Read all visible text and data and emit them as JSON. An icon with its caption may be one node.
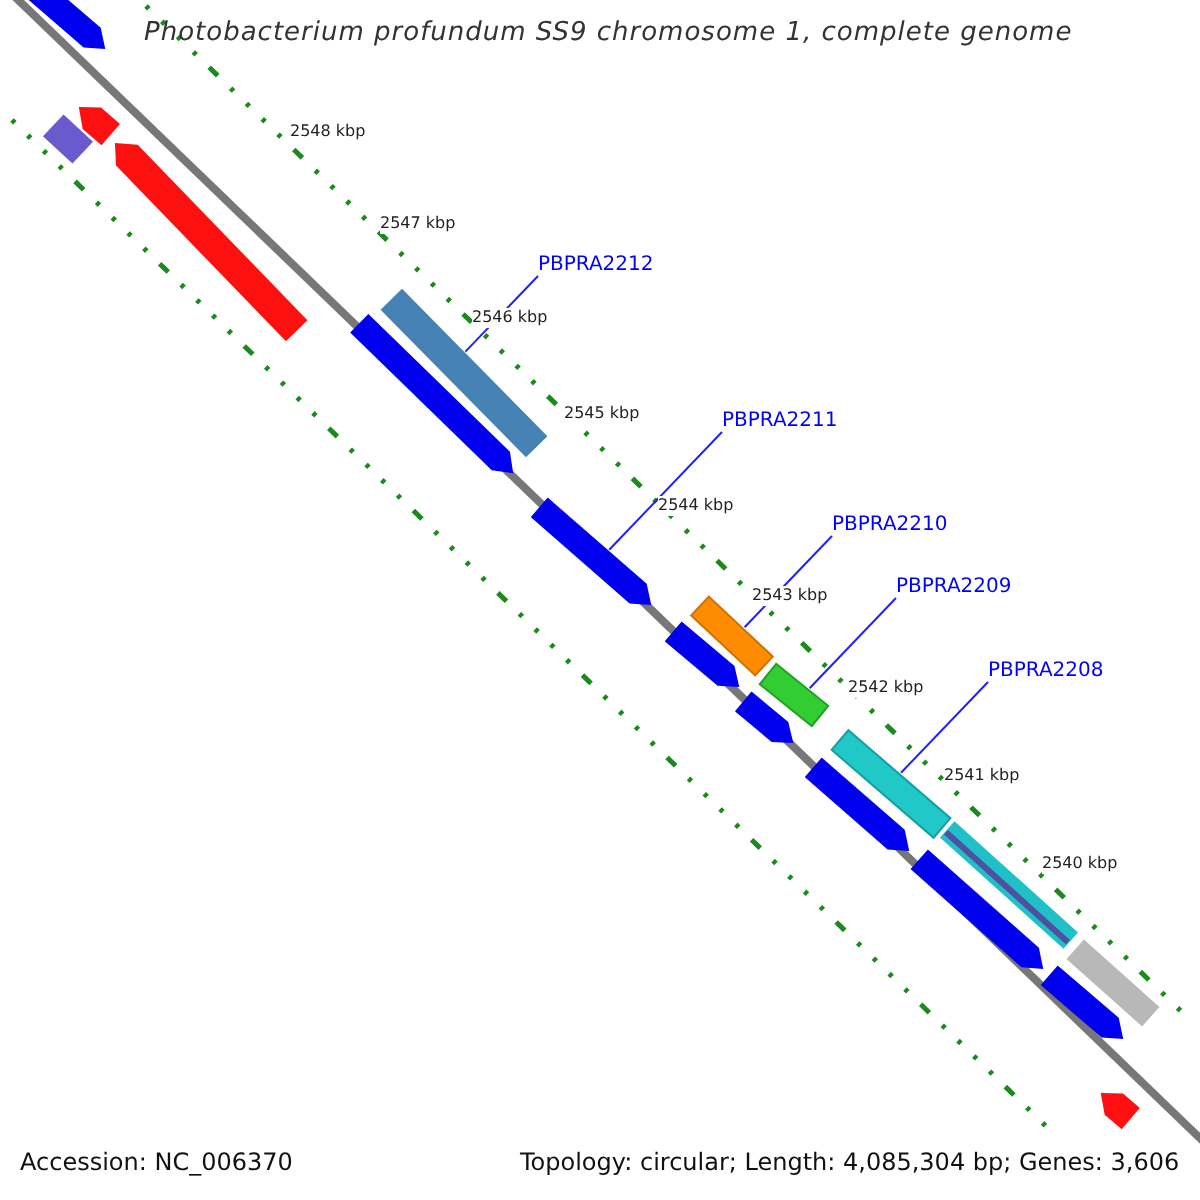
{
  "diagram": {
    "title": "Photobacterium profundum SS9 chromosome 1, complete genome",
    "nodes": [
      {
        "text": [
          "PBPRA2212"
        ]
      },
      {
        "text": [
          "PBPRA2211"
        ]
      },
      {
        "text": [
          "PBPRA2210"
        ]
      },
      {
        "text": [
          "PBPRA2209"
        ]
      },
      {
        "text": [
          "PBPRA2208"
        ]
      },
      {
        "text": [],
        "shape": "bar"
      },
      {
        "text": [],
        "shape": "bar"
      },
      {
        "text": [],
        "shape": "bar"
      },
      {
        "text": [],
        "shape": "bar"
      },
      {
        "text": [],
        "shape": "bar"
      },
      {
        "text": [],
        "shape": "bar"
      },
      {
        "text": [],
        "shape": "bar"
      },
      {
        "text": [],
        "shape": "bar"
      },
      {
        "text": [],
        "shape": "bar"
      },
      {
        "text": [],
        "shape": "bar"
      },
      {
        "text": [],
        "shape": "bar"
      },
      {
        "text": [],
        "shape": "bar"
      },
      {
        "text": [],
        "shape": "bar"
      },
      {
        "text": [],
        "shape": "bar"
      },
      {
        "text": [],
        "shape": "bar"
      },
      {
        "text": [],
        "shape": "bar"
      },
      {
        "text": [],
        "shape": "bar"
      },
      {
        "text": [],
        "shape": "bar"
      }
    ],
    "edges": [
      {
        "from": 0,
        "to": 9,
        "arrow": "none"
      },
      {
        "from": 1,
        "to": 11,
        "arrow": "none"
      },
      {
        "from": 2,
        "to": 12,
        "arrow": "none"
      },
      {
        "from": 3,
        "to": 14,
        "arrow": "none"
      },
      {
        "from": 4,
        "to": 16,
        "arrow": "none"
      }
    ],
    "labels": [
      "2548 kbp",
      "2547 kbp",
      "2546 kbp",
      "2545 kbp",
      "2544 kbp",
      "2543 kbp",
      "2542 kbp",
      "2541 kbp",
      "2540 kbp",
      "Accession: NC_006370",
      "Topology: circular; Length: 4,085,304 bp; Genes: 3,606"
    ]
  }
}
